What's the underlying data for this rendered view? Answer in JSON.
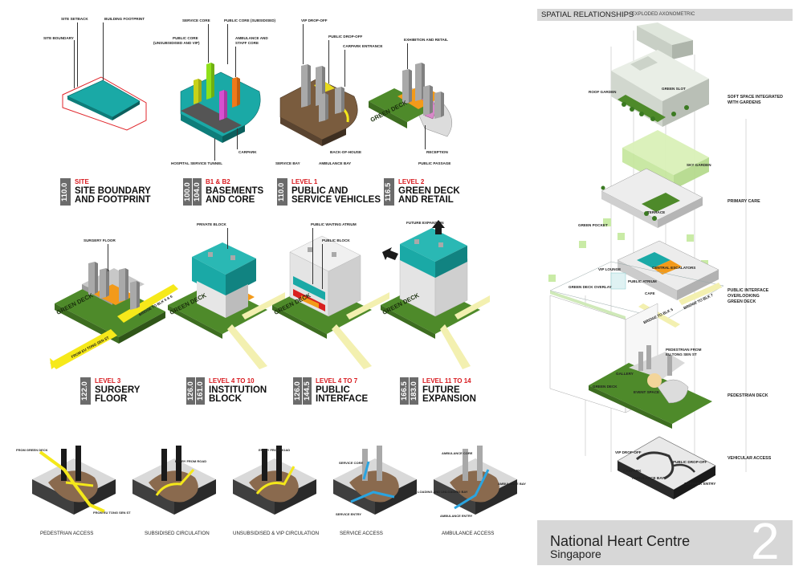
{
  "right_header": {
    "title": "SPATIAL RELATIONSHIPS",
    "subtitle": "- EXPLODED AXONOMETRIC"
  },
  "footer": {
    "title": "National Heart Centre",
    "subtitle": "Singapore",
    "sheet_number": "2"
  },
  "panels": [
    {
      "elev": [
        "110.0"
      ],
      "level": "SITE",
      "title": [
        "SITE BOUNDARY",
        "AND FOOTPRINT"
      ],
      "labels": [
        "SITE SETBACK",
        "BUILDING FOOTPRINT",
        "SITE BOUNDARY"
      ]
    },
    {
      "elev": [
        "100.0",
        "104.0"
      ],
      "level": "B1 & B2",
      "title": [
        "BASEMENTS",
        "AND CORE"
      ],
      "labels": [
        "SERVICE CORE",
        "PUBLIC CORE (SUBSIDISED)",
        "PUBLIC CORE",
        "(UNSUBSIDISED AND VIP)",
        "AMBULANCE AND",
        "STAFF CORE",
        "CARPARK",
        "HOSPITAL SERVICE TUNNEL"
      ]
    },
    {
      "elev": [
        "110.0"
      ],
      "level": "LEVEL 1",
      "title": [
        "PUBLIC AND",
        "SERVICE VEHICLES"
      ],
      "labels": [
        "VIP DROP-OFF",
        "PUBLIC DROP-OFF",
        "CARPARK ENTRANCE",
        "BACK-OF-HOUSE",
        "SERVICE BAY",
        "AMBULANCE BAY"
      ]
    },
    {
      "elev": [
        "116.5"
      ],
      "level": "LEVEL 2",
      "title": [
        "GREEN DECK",
        "AND RETAIL"
      ],
      "labels": [
        "EXHIBITION AND RETAIL",
        "RECEPTION",
        "PUBLIC PASSAGE",
        "GREEN DECK"
      ]
    },
    {
      "elev": [
        "122.0"
      ],
      "level": "LEVEL 3",
      "title": [
        "SURGERY",
        "FLOOR"
      ],
      "labels": [
        "SURGERY FLOOR",
        "GREEN DECK",
        "FROM EU TONG SEN ST",
        "BRIDGE TO BLK 5 & 6"
      ]
    },
    {
      "elev": [
        "126.0",
        "161.0"
      ],
      "level": "LEVEL 4 TO 10",
      "title": [
        "INSTITUTION",
        "BLOCK"
      ],
      "labels": [
        "PRIVATE BLOCK",
        "GREEN DECK"
      ]
    },
    {
      "elev": [
        "126.0",
        "144.5"
      ],
      "level": "LEVEL 4 TO 7",
      "title": [
        "PUBLIC",
        "INTERFACE"
      ],
      "labels": [
        "PUBLIC WAITING ATRIUM",
        "PUBLIC BLOCK",
        "GREEN DECK"
      ]
    },
    {
      "elev": [
        "166.5",
        "183.0"
      ],
      "level": "LEVEL 11 TO 14",
      "title": [
        "FUTURE",
        "EXPANSION"
      ],
      "labels": [
        "FUTURE EXPANSION",
        "GREEN DECK"
      ]
    }
  ],
  "access": [
    {
      "caption": "PEDESTRIAN ACCESS",
      "labels": [
        "FROM GREEN DECK",
        "FROM EU TONG SEN ST"
      ]
    },
    {
      "caption": "SUBSIDISED CIRCULATION",
      "labels": [
        "ENTRY FROM ROAD"
      ]
    },
    {
      "caption": "UNSUBSIDISED & VIP CIRCULATION",
      "labels": [
        "ENTRY FROM ROAD"
      ]
    },
    {
      "caption": "SERVICE ACCESS",
      "labels": [
        "SERVICE CORE",
        "LOADING AND UNLOADING BAY",
        "SERVICE ENTRY"
      ]
    },
    {
      "caption": "AMBULANCE ACCESS",
      "labels": [
        "AMBULANCE CORE",
        "AMBULANCE BAY",
        "AMBULANCE ENTRY"
      ]
    }
  ],
  "exploded": {
    "layer_labels": [
      "SOFT SPACE INTEGRATED",
      "WITH GARDENS",
      "PRIMARY CARE",
      "PUBLIC INTERFACE",
      "OVERLOOKING",
      "GREEN DECK",
      "PEDESTRIAN DECK",
      "VEHICULAR ACCESS"
    ],
    "annotations": [
      "ROOF GARDEN",
      "GREEN SLOT",
      "SKY GARDEN",
      "TERRACE",
      "GREEN POCKET",
      "VIP LOUNGE",
      "CENTRAL ESCALATORS",
      "PUBLIC ATRIUM",
      "CAFE",
      "GREEN DECK OVERLAY",
      "BRIDGE TO BLK 5",
      "BRIDGE TO BLK 7",
      "PEDESTRIAN FROM",
      "EU TONG SEN ST",
      "GALLERY",
      "GREEN DECK",
      "EVENT SPACE",
      "VIP DROP-OFF",
      "CARPARK",
      "PUBLIC DROP-OFF",
      "AMBULANCE BAY",
      "CARPARK ENTRY"
    ]
  },
  "colors": {
    "teal": "#1aa9a6",
    "green": "#4e8a2a",
    "orange": "#f39a1a",
    "grey": "#8c8c8c",
    "yellow": "#f4e81a",
    "accent_red": "#d8191e"
  }
}
